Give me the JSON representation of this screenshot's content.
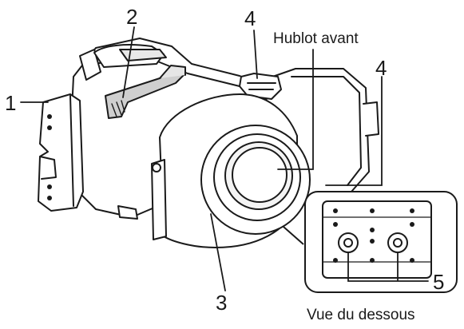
{
  "callouts": {
    "n1": "1",
    "n2": "2",
    "n3": "3",
    "n4_top": "4",
    "n4_right": "4",
    "n5": "5",
    "front_window": "Hublot avant",
    "bottom_view": "Vue du dessous"
  },
  "colors": {
    "line": "#1a1a1a",
    "body_fill": "#ffffff",
    "shade": "#d6d6d6"
  }
}
